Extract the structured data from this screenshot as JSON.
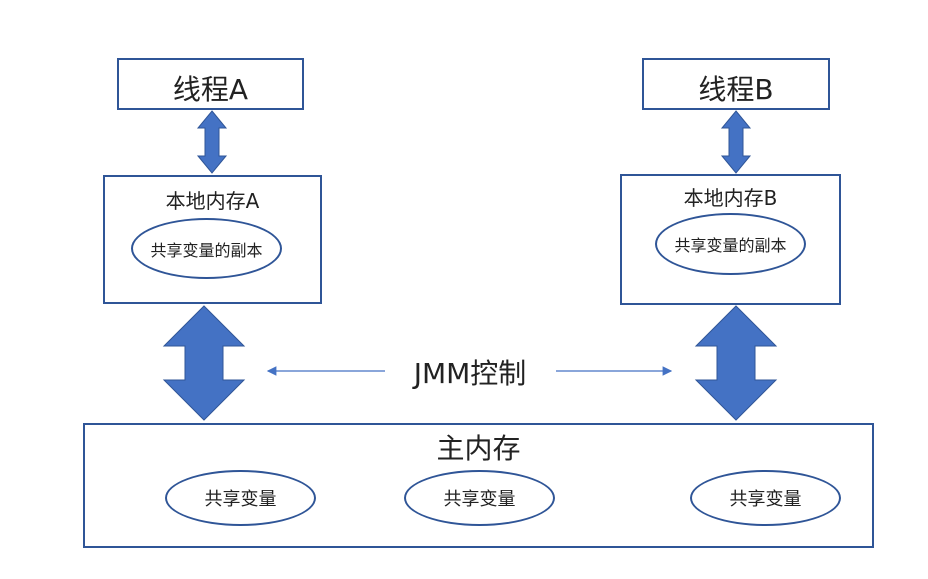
{
  "thread_a": {
    "title": "线程A",
    "local_memory": "本地内存A",
    "copy": "共享变量的副本"
  },
  "thread_b": {
    "title": "线程B",
    "local_memory": "本地内存B",
    "copy": "共享变量的副本"
  },
  "control_label": "JMM控制",
  "main_memory": {
    "title": "主内存",
    "vars": [
      "共享变量",
      "共享变量",
      "共享变量"
    ]
  },
  "colors": {
    "border": "#2f5597",
    "arrow_fill": "#4472c4",
    "arrow_stroke": "#2f5597"
  }
}
